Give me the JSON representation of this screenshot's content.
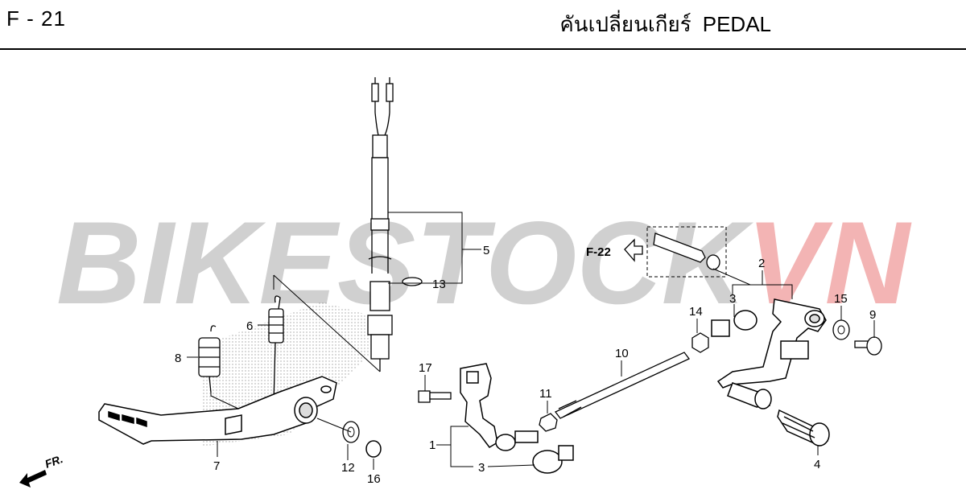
{
  "header": {
    "code": "F - 21",
    "title_th": "คันเปลี่ยนเกียร์",
    "title_en": "PEDAL"
  },
  "watermark": {
    "part1": "BIKESTOCK",
    "part2": "VN",
    "color1": "#d0d0d0",
    "color2": "#f3b4b4"
  },
  "reference": {
    "label": "F-22"
  },
  "direction": {
    "label": "FR."
  },
  "callouts": {
    "c1": "1",
    "c2": "2",
    "c3a": "3",
    "c3b": "3",
    "c4": "4",
    "c5": "5",
    "c6": "6",
    "c7": "7",
    "c8": "8",
    "c9": "9",
    "c10": "10",
    "c11": "11",
    "c12": "12",
    "c13": "13",
    "c14": "14",
    "c15": "15",
    "c16": "16",
    "c17": "17"
  }
}
